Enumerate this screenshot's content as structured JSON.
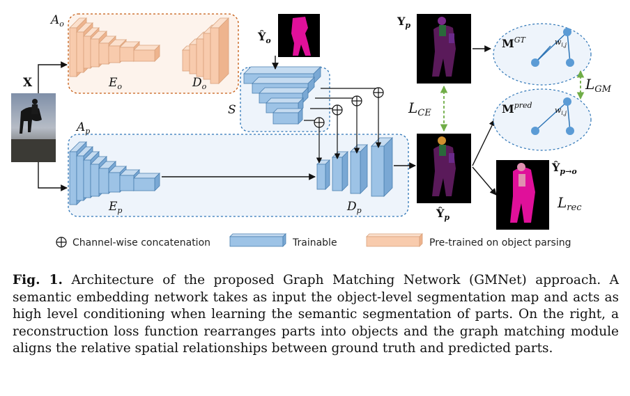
{
  "diagram": {
    "labels": {
      "input_x": "X",
      "object_net": "A",
      "object_net_sub": "o",
      "part_net": "A",
      "part_net_sub": "p",
      "enc_o": "E",
      "enc_o_sub": "o",
      "dec_o": "D",
      "dec_o_sub": "o",
      "enc_p": "E",
      "enc_p_sub": "p",
      "dec_p": "D",
      "dec_p_sub": "p",
      "embed": "S",
      "y_o_hat": "Ŷ",
      "y_o_hat_sub": "o",
      "y_p": "Y",
      "y_p_sub": "p",
      "y_p_hat": "Ŷ",
      "y_p_hat_sub": "p",
      "y_p2o_hat": "Ŷ",
      "y_p2o_hat_sub": "p→o",
      "m_gt": "M",
      "m_gt_sup": "GT",
      "m_pred": "M",
      "m_pred_sup": "pred",
      "w_ij": "w",
      "w_ij_sub": "i,j",
      "loss_gm": "L",
      "loss_gm_sub": "GM",
      "loss_ce": "L",
      "loss_ce_sub": "CE",
      "loss_rec": "L",
      "loss_rec_sub": "rec"
    },
    "legend": {
      "concat": "Channel-wise concatenation",
      "trainable": "Trainable",
      "pretrained": "Pre-trained on object parsing"
    },
    "colors": {
      "trainable": "#9dc3e6",
      "pretrained": "#f8cbad",
      "object_box": "#c55a11",
      "part_box": "#2e75b6",
      "loss_arrow": "#70ad47",
      "part_seg": "#c00080"
    }
  },
  "caption": {
    "label": "Fig. 1.",
    "text": "Architecture of the proposed Graph Matching Network (GMNet) approach. A semantic embedding network takes as input the object-level segmentation map and acts as high level conditioning when learning the semantic segmentation of parts. On the right, a reconstruction loss function rearranges parts into objects and the graph matching module aligns the relative spatial relationships between ground truth and predicted parts."
  }
}
